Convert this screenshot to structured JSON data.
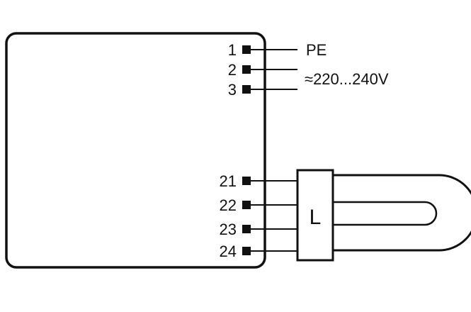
{
  "ballast": {
    "terminals": [
      {
        "label": "1"
      },
      {
        "label": "2"
      },
      {
        "label": "3"
      },
      {
        "label": "21"
      },
      {
        "label": "22"
      },
      {
        "label": "23"
      },
      {
        "label": "24"
      }
    ]
  },
  "supply": {
    "pe_label": "PE",
    "voltage_label": "≈220...240V"
  },
  "lamp": {
    "letter": "L"
  },
  "colors": {
    "stroke": "#111111",
    "background": "#ffffff"
  }
}
